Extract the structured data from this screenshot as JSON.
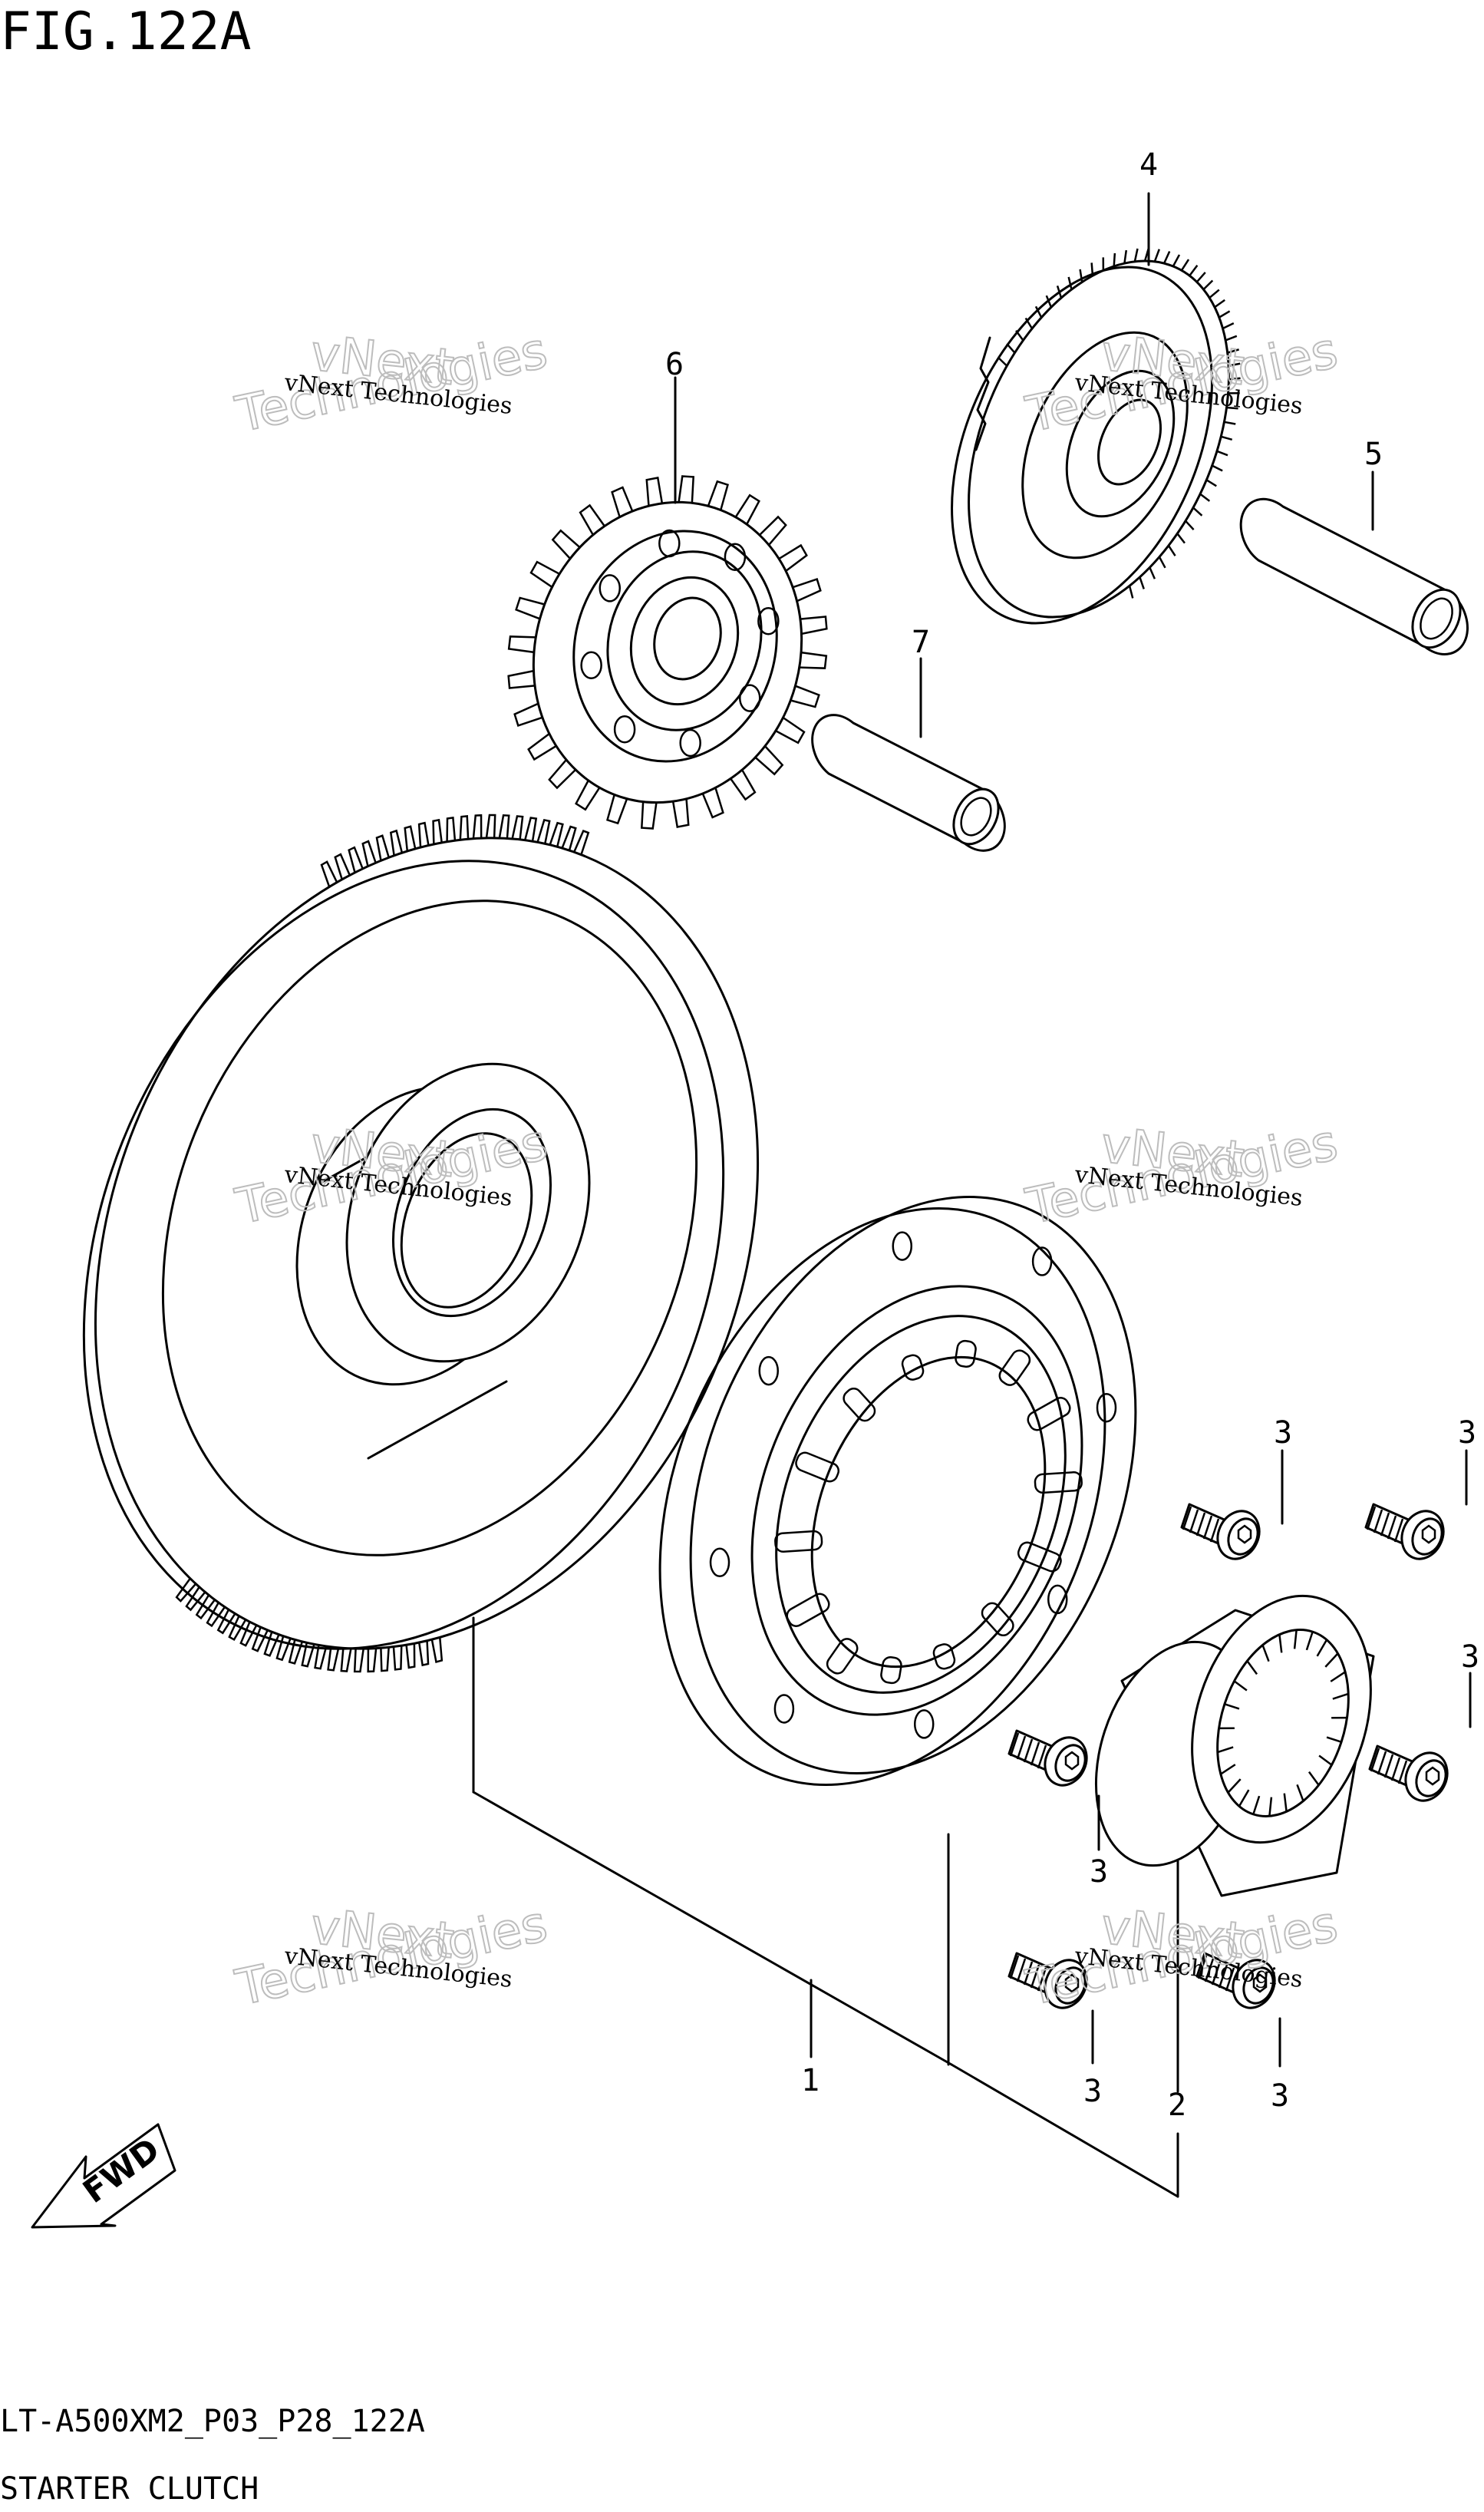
{
  "figure": {
    "title": "FIG.122A",
    "code": "LT-A500XM2_P03_P28_122A",
    "name": "STARTER CLUTCH"
  },
  "watermark": {
    "line1": "vNext Technologies",
    "big1": "vNext",
    "big2": "Technologies"
  },
  "fwd_label": "FWD",
  "callouts": {
    "c1": "1",
    "c2": "2",
    "c3": "3",
    "c4": "4",
    "c5": "5",
    "c6": "6",
    "c7": "7"
  }
}
